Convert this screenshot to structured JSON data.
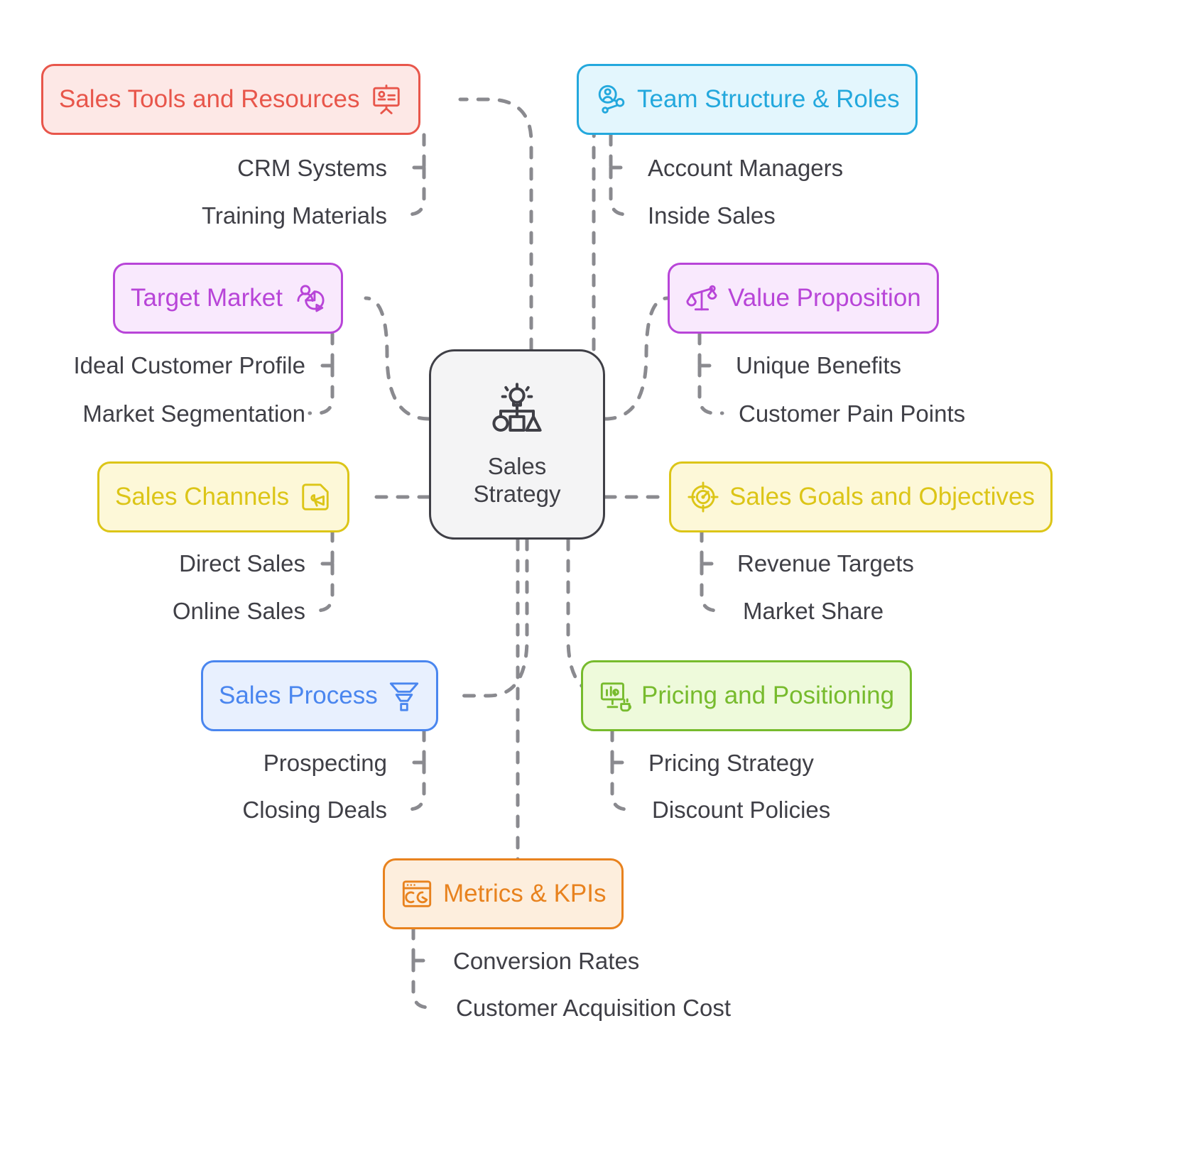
{
  "diagram": {
    "type": "mind-map",
    "title": "Sales Strategy",
    "center": {
      "line1": "Sales",
      "line2": "Strategy",
      "icon": "lightbulb-strategy-icon",
      "border_color": "#3f3f46",
      "fill_color": "#f4f4f5",
      "text_color": "#3f3f46"
    },
    "branches": [
      {
        "id": "sales-tools-and-resources",
        "label": "Sales Tools and Resources",
        "icon": "presentation-cart-icon",
        "color": "#e8564b",
        "fill": "#fde8e6",
        "side": "left",
        "children": [
          "CRM Systems",
          "Training Materials"
        ]
      },
      {
        "id": "team-structure-and-roles",
        "label": "Team Structure & Roles",
        "icon": "person-network-icon",
        "color": "#23a8dd",
        "fill": "#e3f6fd",
        "side": "right",
        "children": [
          "Account Managers",
          "Inside Sales"
        ]
      },
      {
        "id": "target-market",
        "label": "Target Market",
        "icon": "person-piechart-icon",
        "color": "#b845d8",
        "fill": "#f9e9fd",
        "side": "left",
        "children": [
          "Ideal Customer Profile",
          "Market Segmentation"
        ]
      },
      {
        "id": "value-proposition",
        "label": "Value Proposition",
        "icon": "balance-scale-icon",
        "color": "#b845d8",
        "fill": "#f9e9fd",
        "side": "right",
        "children": [
          "Unique Benefits",
          "Customer Pain Points"
        ]
      },
      {
        "id": "sales-channels",
        "label": "Sales Channels",
        "icon": "megaphone-document-icon",
        "color": "#dcc517",
        "fill": "#fdf8d8",
        "side": "left",
        "children": [
          "Direct Sales",
          "Online Sales"
        ]
      },
      {
        "id": "sales-goals-and-objectives",
        "label": "Sales Goals and Objectives",
        "icon": "target-crosshair-icon",
        "color": "#dcc517",
        "fill": "#fdf8d8",
        "side": "right",
        "children": [
          "Revenue Targets",
          "Market Share"
        ]
      },
      {
        "id": "sales-process",
        "label": "Sales Process",
        "icon": "funnel-icon",
        "color": "#4a86ef",
        "fill": "#e8f0fe",
        "side": "left",
        "children": [
          "Prospecting",
          "Closing Deals"
        ]
      },
      {
        "id": "pricing-and-positioning",
        "label": "Pricing and Positioning",
        "icon": "monitor-chart-coffee-icon",
        "color": "#77bb2d",
        "fill": "#eefadb",
        "side": "right",
        "children": [
          "Pricing Strategy",
          "Discount Policies"
        ]
      },
      {
        "id": "metrics-and-kpis",
        "label": "Metrics & KPIs",
        "icon": "browser-piechart-icon",
        "color": "#e8821e",
        "fill": "#fdeedd",
        "side": "bottom",
        "children": [
          "Conversion Rates",
          "Customer Acquisition Cost"
        ]
      }
    ],
    "edge_color": "#8a8a8f",
    "background": "#ffffff"
  }
}
